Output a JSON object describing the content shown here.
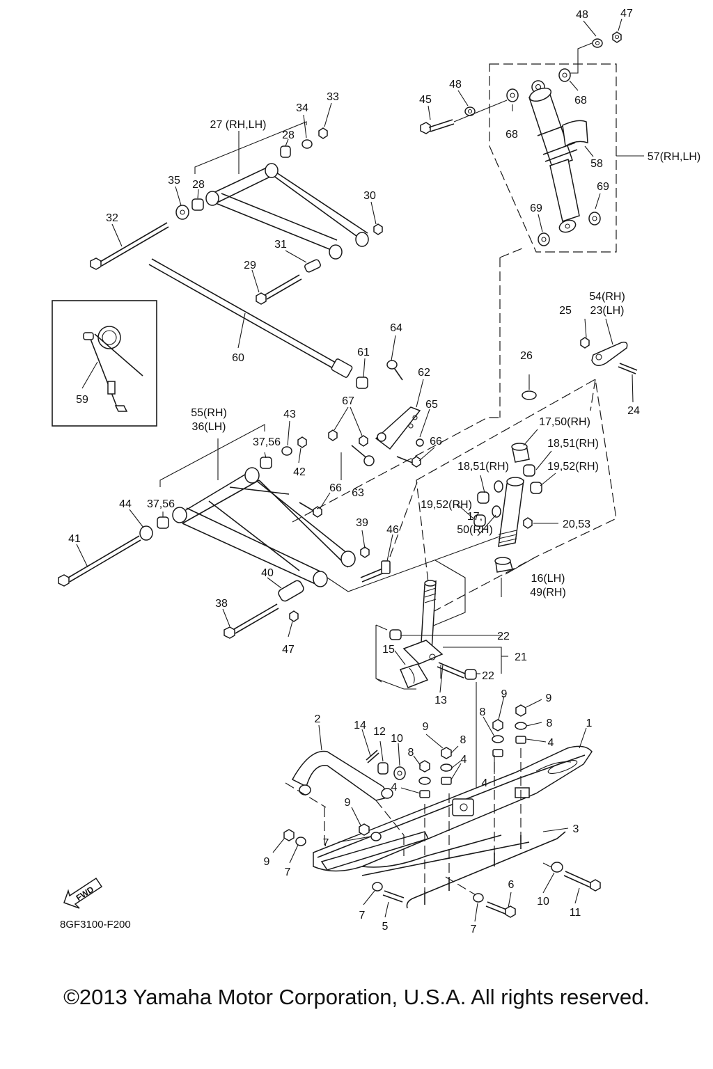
{
  "diagram": {
    "code": "8GF3100-F200",
    "fwd_label": "FWD",
    "copyright": "©2013 Yamaha Motor Corporation, U.S.A. All rights reserved."
  },
  "callouts": [
    {
      "id": "c-47a",
      "text": "47"
    },
    {
      "id": "c-48a",
      "text": "48"
    },
    {
      "id": "c-48b",
      "text": "48"
    },
    {
      "id": "c-45",
      "text": "45"
    },
    {
      "id": "c-68a",
      "text": "68"
    },
    {
      "id": "c-68b",
      "text": "68"
    },
    {
      "id": "c-58",
      "text": "58"
    },
    {
      "id": "c-57",
      "text": "57(RH,LH)"
    },
    {
      "id": "c-69a",
      "text": "69"
    },
    {
      "id": "c-69b",
      "text": "69"
    },
    {
      "id": "c-33",
      "text": "33"
    },
    {
      "id": "c-34",
      "text": "34"
    },
    {
      "id": "c-27",
      "text": "27 (RH,LH)"
    },
    {
      "id": "c-28a",
      "text": "28"
    },
    {
      "id": "c-28b",
      "text": "28"
    },
    {
      "id": "c-35",
      "text": "35"
    },
    {
      "id": "c-30",
      "text": "30"
    },
    {
      "id": "c-32",
      "text": "32"
    },
    {
      "id": "c-31",
      "text": "31"
    },
    {
      "id": "c-29",
      "text": "29"
    },
    {
      "id": "c-54",
      "text": "54(RH)"
    },
    {
      "id": "c-23",
      "text": "23(LH)"
    },
    {
      "id": "c-25",
      "text": "25"
    },
    {
      "id": "c-24",
      "text": "24"
    },
    {
      "id": "c-64",
      "text": "64"
    },
    {
      "id": "c-61",
      "text": "61"
    },
    {
      "id": "c-60",
      "text": "60"
    },
    {
      "id": "c-59",
      "text": "59"
    },
    {
      "id": "c-62",
      "text": "62"
    },
    {
      "id": "c-26",
      "text": "26"
    },
    {
      "id": "c-65",
      "text": "65"
    },
    {
      "id": "c-67",
      "text": "67"
    },
    {
      "id": "c-66a",
      "text": "66"
    },
    {
      "id": "c-66b",
      "text": "66"
    },
    {
      "id": "c-63",
      "text": "63"
    },
    {
      "id": "c-55",
      "text": "55(RH)"
    },
    {
      "id": "c-36",
      "text": "36(LH)"
    },
    {
      "id": "c-43",
      "text": "43"
    },
    {
      "id": "c-42",
      "text": "42"
    },
    {
      "id": "c-37a",
      "text": "37,56"
    },
    {
      "id": "c-37b",
      "text": "37,56"
    },
    {
      "id": "c-44",
      "text": "44"
    },
    {
      "id": "c-41",
      "text": "41"
    },
    {
      "id": "c-17a",
      "text": "17,50(RH)"
    },
    {
      "id": "c-18a",
      "text": "18,51(RH)"
    },
    {
      "id": "c-18b",
      "text": "18,51(RH)"
    },
    {
      "id": "c-19a",
      "text": "19,52(RH)"
    },
    {
      "id": "c-19b",
      "text": "19,52(RH)"
    },
    {
      "id": "c-20",
      "text": "20,53"
    },
    {
      "id": "c-17b",
      "text": "17,"
    },
    {
      "id": "c-50b",
      "text": "50(RH)"
    },
    {
      "id": "c-16",
      "text": "16(LH)"
    },
    {
      "id": "c-49",
      "text": "49(RH)"
    },
    {
      "id": "c-39",
      "text": "39"
    },
    {
      "id": "c-46",
      "text": "46"
    },
    {
      "id": "c-40",
      "text": "40"
    },
    {
      "id": "c-38",
      "text": "38"
    },
    {
      "id": "c-47b",
      "text": "47"
    },
    {
      "id": "c-22a",
      "text": "22"
    },
    {
      "id": "c-22b",
      "text": "22"
    },
    {
      "id": "c-21",
      "text": "21"
    },
    {
      "id": "c-15",
      "text": "15"
    },
    {
      "id": "c-13",
      "text": "13"
    },
    {
      "id": "c-9a",
      "text": "9"
    },
    {
      "id": "c-9b",
      "text": "9"
    },
    {
      "id": "c-9c",
      "text": "9"
    },
    {
      "id": "c-9d",
      "text": "9"
    },
    {
      "id": "c-9e",
      "text": "9"
    },
    {
      "id": "c-8a",
      "text": "8"
    },
    {
      "id": "c-8b",
      "text": "8"
    },
    {
      "id": "c-8c",
      "text": "8"
    },
    {
      "id": "c-8d",
      "text": "8"
    },
    {
      "id": "c-4a",
      "text": "4"
    },
    {
      "id": "c-4b",
      "text": "4"
    },
    {
      "id": "c-4c",
      "text": "4"
    },
    {
      "id": "c-4d",
      "text": "4"
    },
    {
      "id": "c-1",
      "text": "1"
    },
    {
      "id": "c-2",
      "text": "2"
    },
    {
      "id": "c-14",
      "text": "14"
    },
    {
      "id": "c-12",
      "text": "12"
    },
    {
      "id": "c-10a",
      "text": "10"
    },
    {
      "id": "c-10b",
      "text": "10"
    },
    {
      "id": "c-3",
      "text": "3"
    },
    {
      "id": "c-7a",
      "text": "7"
    },
    {
      "id": "c-7b",
      "text": "7"
    },
    {
      "id": "c-7c",
      "text": "7"
    },
    {
      "id": "c-7d",
      "text": "7"
    },
    {
      "id": "c-6",
      "text": "6"
    },
    {
      "id": "c-5",
      "text": "5"
    },
    {
      "id": "c-11",
      "text": "11"
    }
  ]
}
